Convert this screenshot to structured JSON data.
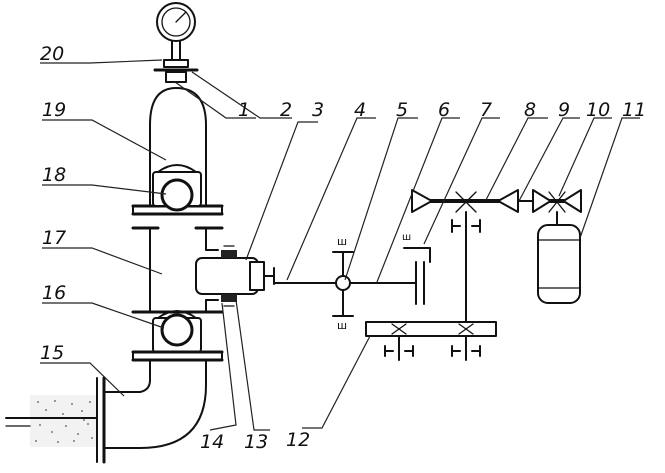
{
  "callouts": [
    {
      "id": "n20",
      "label": "20"
    },
    {
      "id": "n1",
      "label": "1"
    },
    {
      "id": "n2",
      "label": "2"
    },
    {
      "id": "n3",
      "label": "3"
    },
    {
      "id": "n4",
      "label": "4"
    },
    {
      "id": "n5",
      "label": "5"
    },
    {
      "id": "n6",
      "label": "6"
    },
    {
      "id": "n7",
      "label": "7"
    },
    {
      "id": "n8",
      "label": "8"
    },
    {
      "id": "n9",
      "label": "9"
    },
    {
      "id": "n10",
      "label": "10"
    },
    {
      "id": "n11",
      "label": "11"
    },
    {
      "id": "n19",
      "label": "19"
    },
    {
      "id": "n18",
      "label": "18"
    },
    {
      "id": "n17",
      "label": "17"
    },
    {
      "id": "n16",
      "label": "16"
    },
    {
      "id": "n15",
      "label": "15"
    },
    {
      "id": "n14",
      "label": "14"
    },
    {
      "id": "n13",
      "label": "13"
    },
    {
      "id": "n12",
      "label": "12"
    }
  ],
  "inline_marks": {
    "pivot_top": "ш",
    "pivot_bottom": "ш",
    "lever_tag": "ш"
  },
  "colors": {
    "ink": "#111111",
    "background": "#ffffff"
  }
}
